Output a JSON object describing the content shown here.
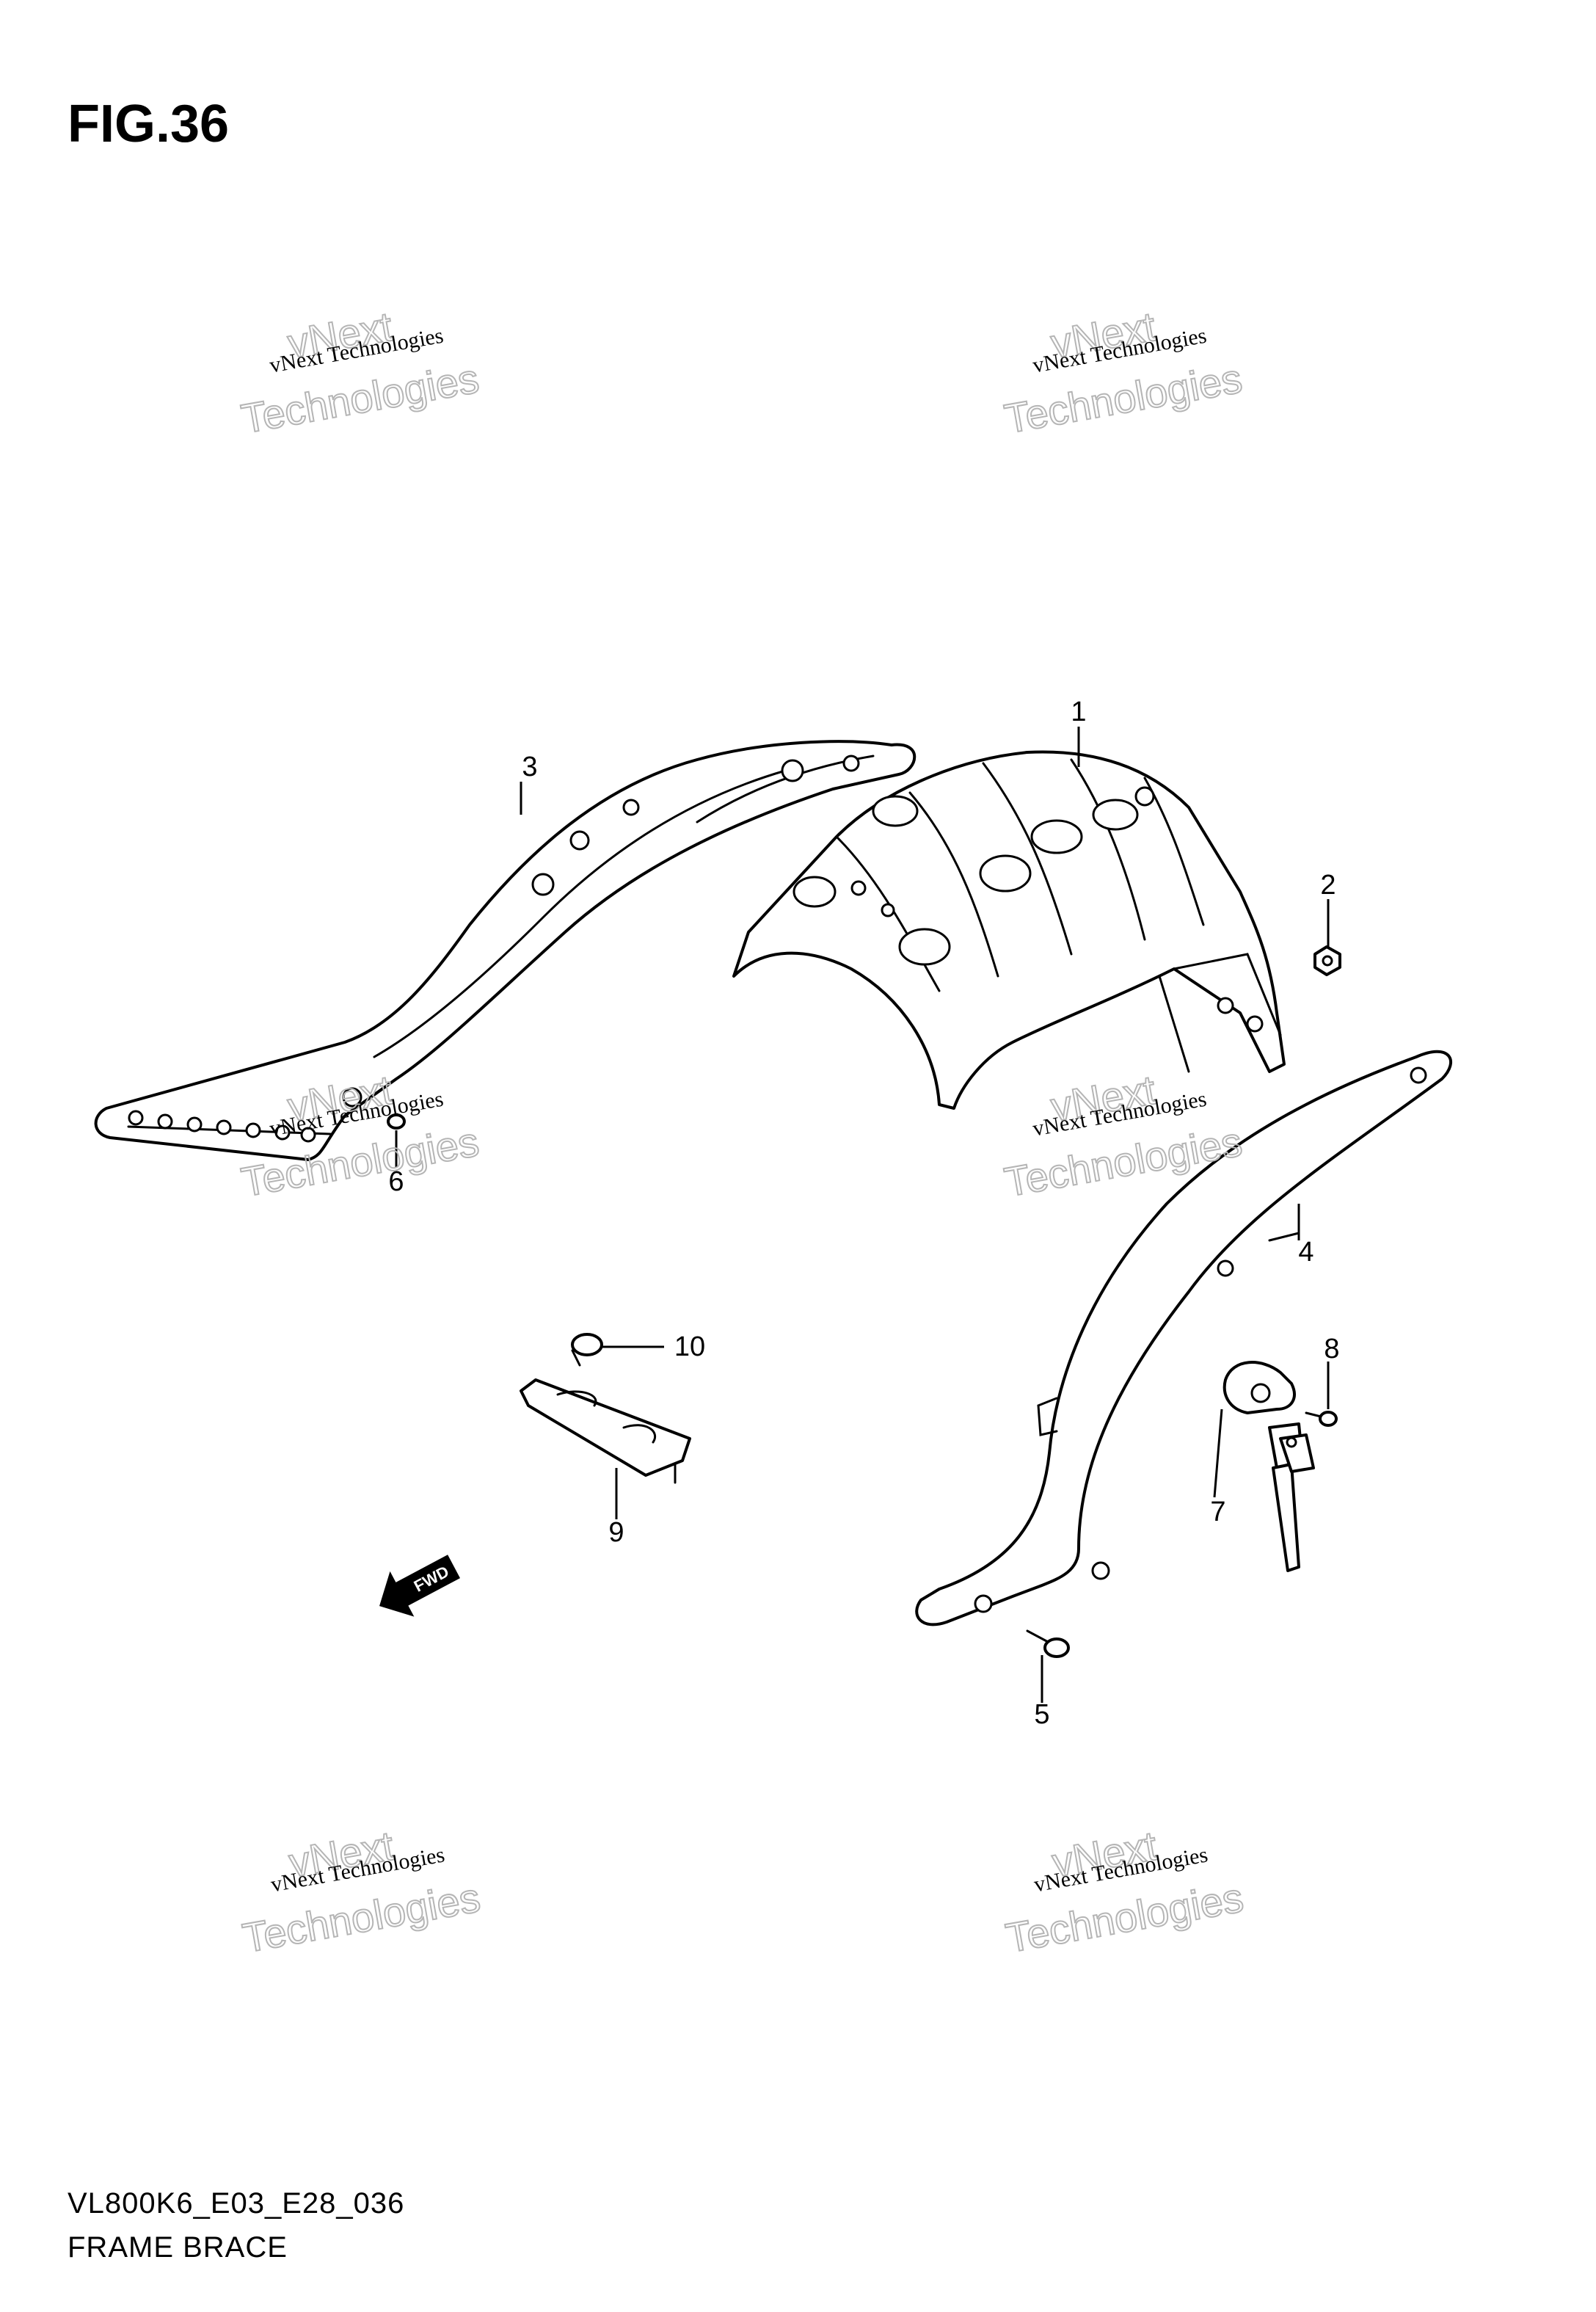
{
  "figure": {
    "title": "FIG.36",
    "code": "VL800K6_E03_E28_036",
    "caption": "FRAME BRACE"
  },
  "watermark": {
    "line1": "vNext Technologies",
    "line2": "Technologies",
    "line3": "vNext"
  },
  "callouts": [
    "1",
    "2",
    "3",
    "4",
    "5",
    "6",
    "7",
    "8",
    "9",
    "10"
  ],
  "direction_marker": "FWD",
  "colors": {
    "ink": "#000000",
    "paper": "#ffffff",
    "watermark_outline": "#b5b5b5"
  }
}
